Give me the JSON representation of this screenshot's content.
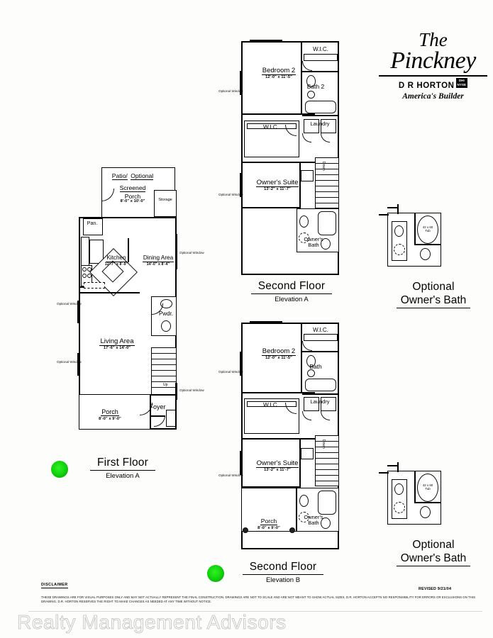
{
  "sheet": {
    "brand": {
      "line1": "The",
      "line2": "Pinckney",
      "builder": "D R HORTON",
      "ticker_line1": "DHI",
      "ticker_line2": "NYSE",
      "tagline": "America's Builder"
    },
    "footer": {
      "disclaimer_heading": "DISCLAIMER",
      "disclaimer_body": "THESE DRAWINGS ARE FOR VISUAL PURPOSES ONLY AND MAY NOT ACTUALLY REPRESENT THE FINAL CONSTRUCTION. DRAWINGS ARE NOT TO SCALE AND ARE NOT MEANT TO SHOW ACTUAL SIZES. D.R. HORTON ACCEPTS NO RESPONSIBILITY FOR ERRORS OR EXCLUSIONS ON THIS DRAWING. D.R. HORTON RESERVES THE RIGHT TO MAKE CHANGES AS NEEDED AT ANY TIME WITHOUT NOTICE.",
      "revised": "REVISED 9/21/04",
      "watermark": "Realty Management Advisors"
    },
    "markers": [
      {
        "name": "marker-first-floor",
        "color": "#15d30e"
      },
      {
        "name": "marker-second-floor-b",
        "color": "#15d30e"
      }
    ],
    "plans": {
      "first_floor": {
        "title": "First Floor",
        "subtitle": "Elevation A",
        "rooms": [
          {
            "name": "Patio/",
            "name2": "Optional",
            "name3": "Screened",
            "name4": "Porch",
            "dim": "8'-0\" x 10'-0\""
          },
          {
            "name": "Storage",
            "dim": ""
          },
          {
            "name": "Pan.",
            "dim": ""
          },
          {
            "name": "Kitchen",
            "dim": "12'-7\" x 8'-9\""
          },
          {
            "name": "Dining Area",
            "dim": "14'-0\" x 8'-4\""
          },
          {
            "name": "Living Area",
            "dim": "17'-6\" x 14'-0\""
          },
          {
            "name": "Pwdr.",
            "dim": ""
          },
          {
            "name": "Foyer",
            "dim": ""
          },
          {
            "name": "Porch",
            "dim": "8'-0\" x 9'-0\""
          }
        ],
        "annotations": [
          {
            "label": "Optional Window"
          },
          {
            "label": "Optional Window"
          },
          {
            "label": "Optional Window"
          },
          {
            "label": "Optional Window"
          }
        ],
        "stair_label": "Up"
      },
      "second_floor_a": {
        "title": "Second Floor",
        "subtitle": "Elevation A",
        "rooms": [
          {
            "name": "Bedroom 2",
            "dim": "12'-0\" x 11'-5\""
          },
          {
            "name": "W.I.C.",
            "dim": ""
          },
          {
            "name": "Bath 2",
            "dim": ""
          },
          {
            "name": "W.I.C.",
            "dim": ""
          },
          {
            "name": "Laundry",
            "dim": ""
          },
          {
            "name": "Owner's Suite",
            "dim": "13'-2\" x 11'-7\""
          },
          {
            "name": "Owner's",
            "name2": "Bath",
            "dim": ""
          }
        ],
        "annotations": [
          {
            "label": "Optional Window"
          },
          {
            "label": "Optional Window"
          }
        ],
        "stair_label": "Down"
      },
      "second_floor_b": {
        "title": "Second Floor",
        "subtitle": "Elevation B",
        "rooms": [
          {
            "name": "Bedroom 2",
            "dim": "12'-0\" x 11'-5\""
          },
          {
            "name": "W.I.C.",
            "dim": ""
          },
          {
            "name": "Bath",
            "dim": ""
          },
          {
            "name": "W.I.C.",
            "dim": ""
          },
          {
            "name": "Laundry",
            "dim": ""
          },
          {
            "name": "Owner's Suite",
            "dim": "13'-2\" x 11'-7\""
          },
          {
            "name": "Owner's",
            "name2": "Bath",
            "dim": ""
          },
          {
            "name": "Porch",
            "dim": "8'-0\" x 9'-0\""
          }
        ],
        "annotations": [
          {
            "label": "Optional Window"
          },
          {
            "label": "Optional Window"
          }
        ],
        "stair_label": "Down"
      },
      "optional_bath_top": {
        "title_line1": "Optional",
        "title_line2": "Owner's Bath",
        "tub_label_line1": "42 x 60",
        "tub_label_line2": "Tub"
      },
      "optional_bath_bottom": {
        "title_line1": "Optional",
        "title_line2": "Owner's Bath",
        "tub_label_line1": "42 x 60",
        "tub_label_line2": "Tub"
      }
    }
  }
}
